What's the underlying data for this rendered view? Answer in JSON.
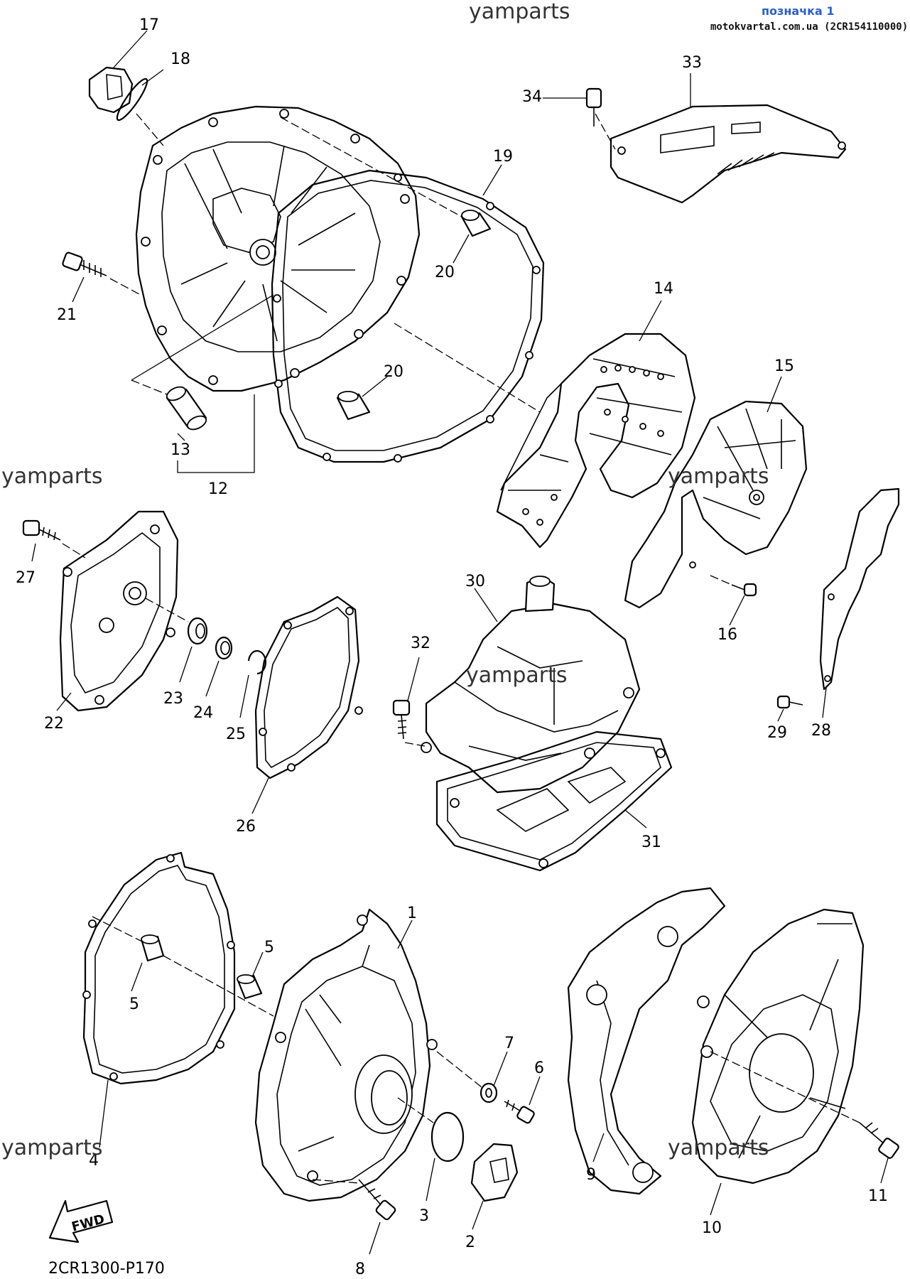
{
  "header": {
    "marker": "позначка 1",
    "site": "motokvartal.com.ua (2CR154110000)"
  },
  "watermarks": [
    "yamparts",
    "yamparts",
    "yamparts",
    "yamparts",
    "yamparts",
    "yamparts"
  ],
  "diagram_code": "2CR1300-P170",
  "fwd_label": "FWD",
  "part_labels": {
    "p1": "1",
    "p2": "2",
    "p3": "3",
    "p4": "4",
    "p5a": "5",
    "p5b": "5",
    "p6": "6",
    "p7": "7",
    "p8": "8",
    "p9": "9",
    "p10": "10",
    "p11": "11",
    "p12": "12",
    "p13": "13",
    "p14": "14",
    "p15": "15",
    "p16": "16",
    "p17": "17",
    "p18": "18",
    "p19": "19",
    "p20a": "20",
    "p20b": "20",
    "p21": "21",
    "p22": "22",
    "p23": "23",
    "p24": "24",
    "p25": "25",
    "p26": "26",
    "p27": "27",
    "p28": "28",
    "p29": "29",
    "p30": "30",
    "p31": "31",
    "p32": "32",
    "p33": "33",
    "p34": "34"
  }
}
